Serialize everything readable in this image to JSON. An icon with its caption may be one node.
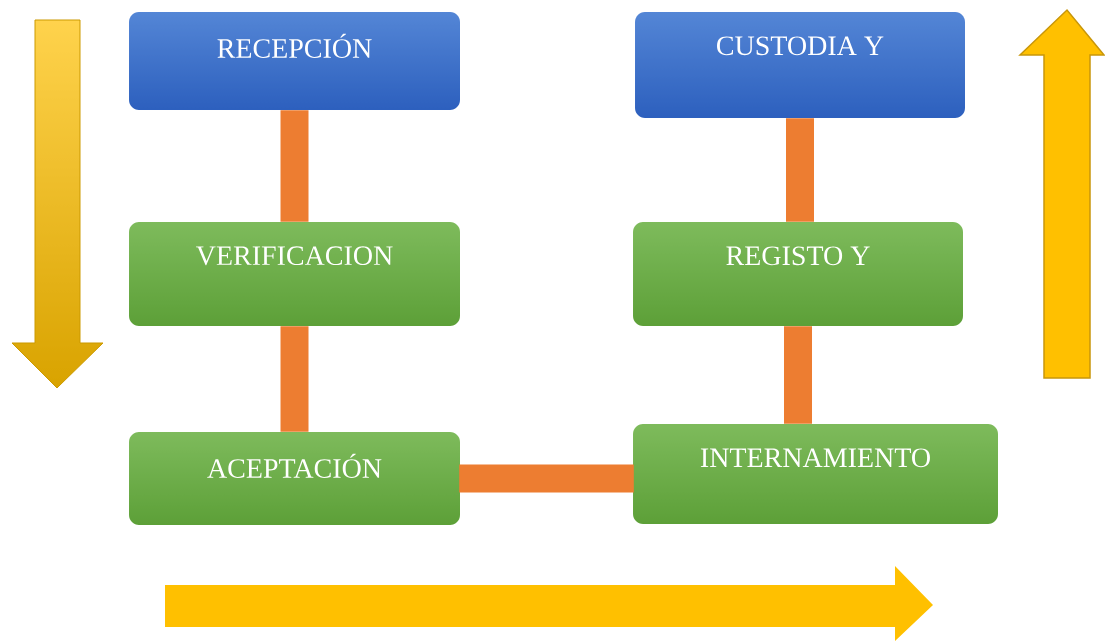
{
  "diagram": {
    "nodes": [
      {
        "text": [
          "RECEPCIÓN"
        ]
      },
      {
        "text": [
          "VERIFICACION"
        ]
      },
      {
        "text": [
          "ACEPTACIÓN"
        ]
      },
      {
        "text": [
          "INTERNAMIENTO"
        ]
      },
      {
        "text": [
          "REGISTO Y"
        ]
      },
      {
        "text": [
          "CUSTODIA Y"
        ]
      }
    ],
    "edges": [
      {
        "from": 0,
        "to": 1,
        "arrow": "none"
      },
      {
        "from": 1,
        "to": 2,
        "arrow": "none"
      },
      {
        "from": 2,
        "to": 3,
        "arrow": "none"
      },
      {
        "from": 3,
        "to": 4,
        "arrow": "none"
      },
      {
        "from": 4,
        "to": 5,
        "arrow": "none"
      }
    ]
  }
}
